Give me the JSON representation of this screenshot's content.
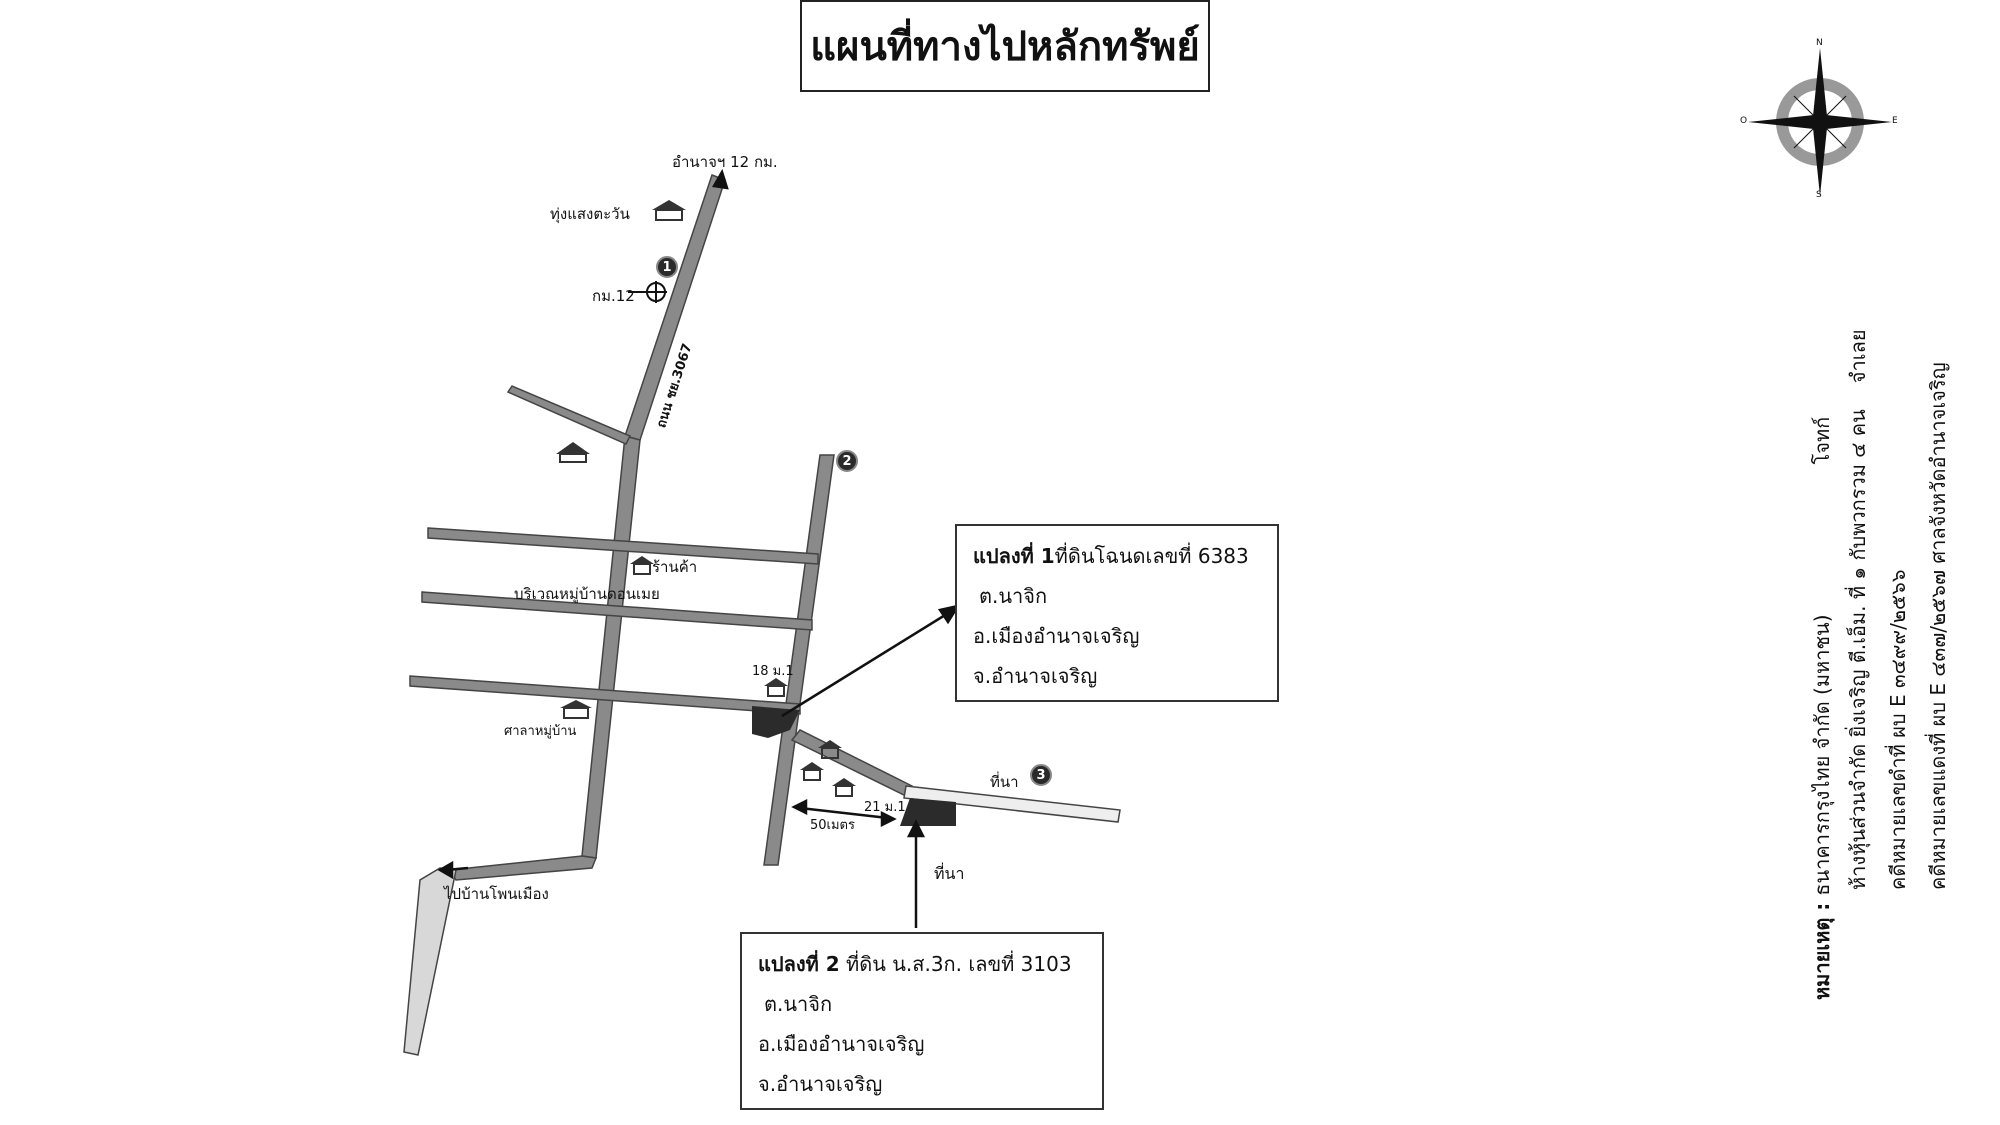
{
  "title": "แผนที่ทางไปหลักทรัพย์",
  "map_labels": {
    "amphoe_distance": "อำนาจฯ 12 กม.",
    "tung_saeng": "ทุ่งแสงตะวัน",
    "km12": "กม.12",
    "road_name": "ถนน ชย.3067",
    "shop": "ร้านค้า",
    "village_area": "บริเวณหมู่บ้านดอนเมย",
    "village_hall": "ศาลาหมู่บ้าน",
    "house18": "18 ม.1",
    "house21": "21 ม.1",
    "distance": "50เมตร",
    "paddy1": "ที่นา",
    "paddy2": "ที่นา",
    "to_phon_mueang": "ไปบ้านโพนเมือง",
    "badge1": "1",
    "badge2": "2",
    "badge3": "3"
  },
  "plot1": {
    "heading": "แปลงที่ 1",
    "detail": "ที่ดินโฉนดเลขที่ 6383",
    "tambon": "ต.นาจิก",
    "amphoe": "อ.เมืองอำนาจเจริญ",
    "changwat": "จ.อำนาจเจริญ"
  },
  "plot2": {
    "heading": "แปลงที่ 2",
    "detail": " ที่ดิน น.ส.3ก. เลขที่ 3103",
    "tambon": "ต.นาจิก",
    "amphoe": "อ.เมืองอำนาจเจริญ",
    "changwat": "จ.อำนาจเจริญ"
  },
  "notes": {
    "line1_label": "หมายเหตุ : ",
    "line1": "ธนาคารกรุงไทย จำกัด (มหาชน)",
    "line1_tail": "โจทก์",
    "line2": "ห้างหุ้นส่วนจำกัด ยิ่งเจริญ ตี.เอ็ม. ที่ ๑ กับพวกรวม ๔ คน",
    "line2_tail": "จำเลย",
    "line3": "คดีหมายเลขดำที่ ผบ E ๓๔๙๙/๒๕๖๖",
    "line4": "คดีหมายเลขแดงที่ ผบ E ๔๓๗/๒๕๖๗ ศาลจังหวัดอำนาจเจริญ"
  },
  "compass": {
    "n": "N",
    "s": "S",
    "e": "E",
    "w": "O"
  },
  "colors": {
    "road": "#8a8a8a",
    "road_edge": "#444444",
    "plot": "#2b2b2b"
  }
}
